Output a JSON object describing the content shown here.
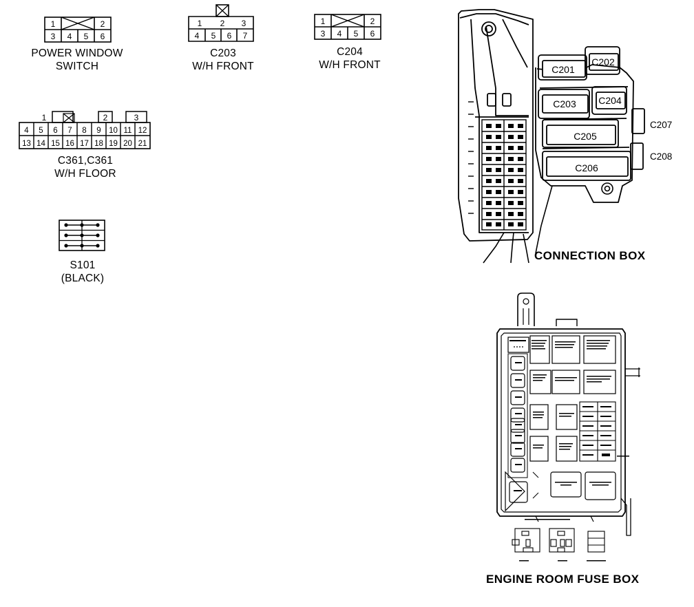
{
  "connectors": {
    "power_window": {
      "top": [
        "1",
        "2"
      ],
      "bottom": [
        "3",
        "4",
        "5",
        "6"
      ],
      "label_line1": "POWER WINDOW",
      "label_line2": "SWITCH"
    },
    "c203": {
      "top": [
        "2",
        "3"
      ],
      "bottom": [
        "4",
        "5",
        "6",
        "7"
      ],
      "left_pin": "1",
      "label_line1": "C203",
      "label_line2": "W/H FRONT"
    },
    "c204": {
      "top": [
        "1",
        "2"
      ],
      "bottom": [
        "3",
        "4",
        "5",
        "6"
      ],
      "label_line1": "C204",
      "label_line2": "W/H FRONT"
    },
    "c361": {
      "top": [
        "1",
        "2",
        "3"
      ],
      "row2": [
        "4",
        "5",
        "6",
        "7",
        "8",
        "9",
        "10",
        "11",
        "12"
      ],
      "row3": [
        "13",
        "14",
        "15",
        "16",
        "17",
        "18",
        "19",
        "20",
        "21"
      ],
      "label_line1": "C361,C361",
      "label_line2": "W/H FLOOR"
    },
    "s101": {
      "label_line1": "S101",
      "label_line2": "(BLACK)"
    }
  },
  "connection_box": {
    "title": "CONNECTION BOX",
    "connectors": [
      "C201",
      "C202",
      "C203",
      "C204",
      "C205",
      "C206",
      "C207",
      "C208"
    ]
  },
  "fuse_box": {
    "title": "ENGINE ROOM FUSE BOX"
  }
}
